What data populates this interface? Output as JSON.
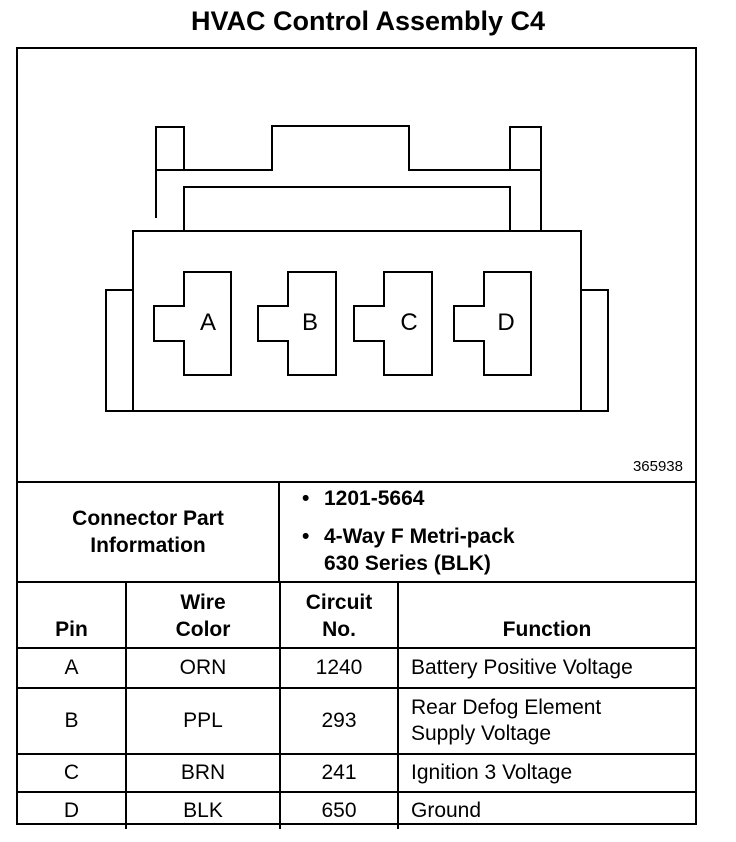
{
  "title": "HVAC Control Assembly C4",
  "diagram": {
    "pin_labels": [
      "A",
      "B",
      "C",
      "D"
    ],
    "image_number": "365938"
  },
  "connector_info": {
    "label_line1": "Connector Part",
    "label_line2": "Information",
    "bullet": "•",
    "items": [
      {
        "line1": "1201-5664",
        "line2": ""
      },
      {
        "line1": "4-Way F Metri-pack",
        "line2": "630 Series (BLK)"
      }
    ]
  },
  "table": {
    "headers": {
      "pin": "Pin",
      "wire_color_1": "Wire",
      "wire_color_2": "Color",
      "circuit_1": "Circuit",
      "circuit_2": "No.",
      "function": "Function"
    },
    "rows": [
      {
        "pin": "A",
        "wire_color": "ORN",
        "circuit": "1240",
        "function_1": "Battery Positive Voltage",
        "function_2": ""
      },
      {
        "pin": "B",
        "wire_color": "PPL",
        "circuit": "293",
        "function_1": "Rear Defog Element",
        "function_2": "Supply Voltage"
      },
      {
        "pin": "C",
        "wire_color": "BRN",
        "circuit": "241",
        "function_1": "Ignition 3 Voltage",
        "function_2": ""
      },
      {
        "pin": "D",
        "wire_color": "BLK",
        "circuit": "650",
        "function_1": "Ground",
        "function_2": ""
      }
    ]
  }
}
